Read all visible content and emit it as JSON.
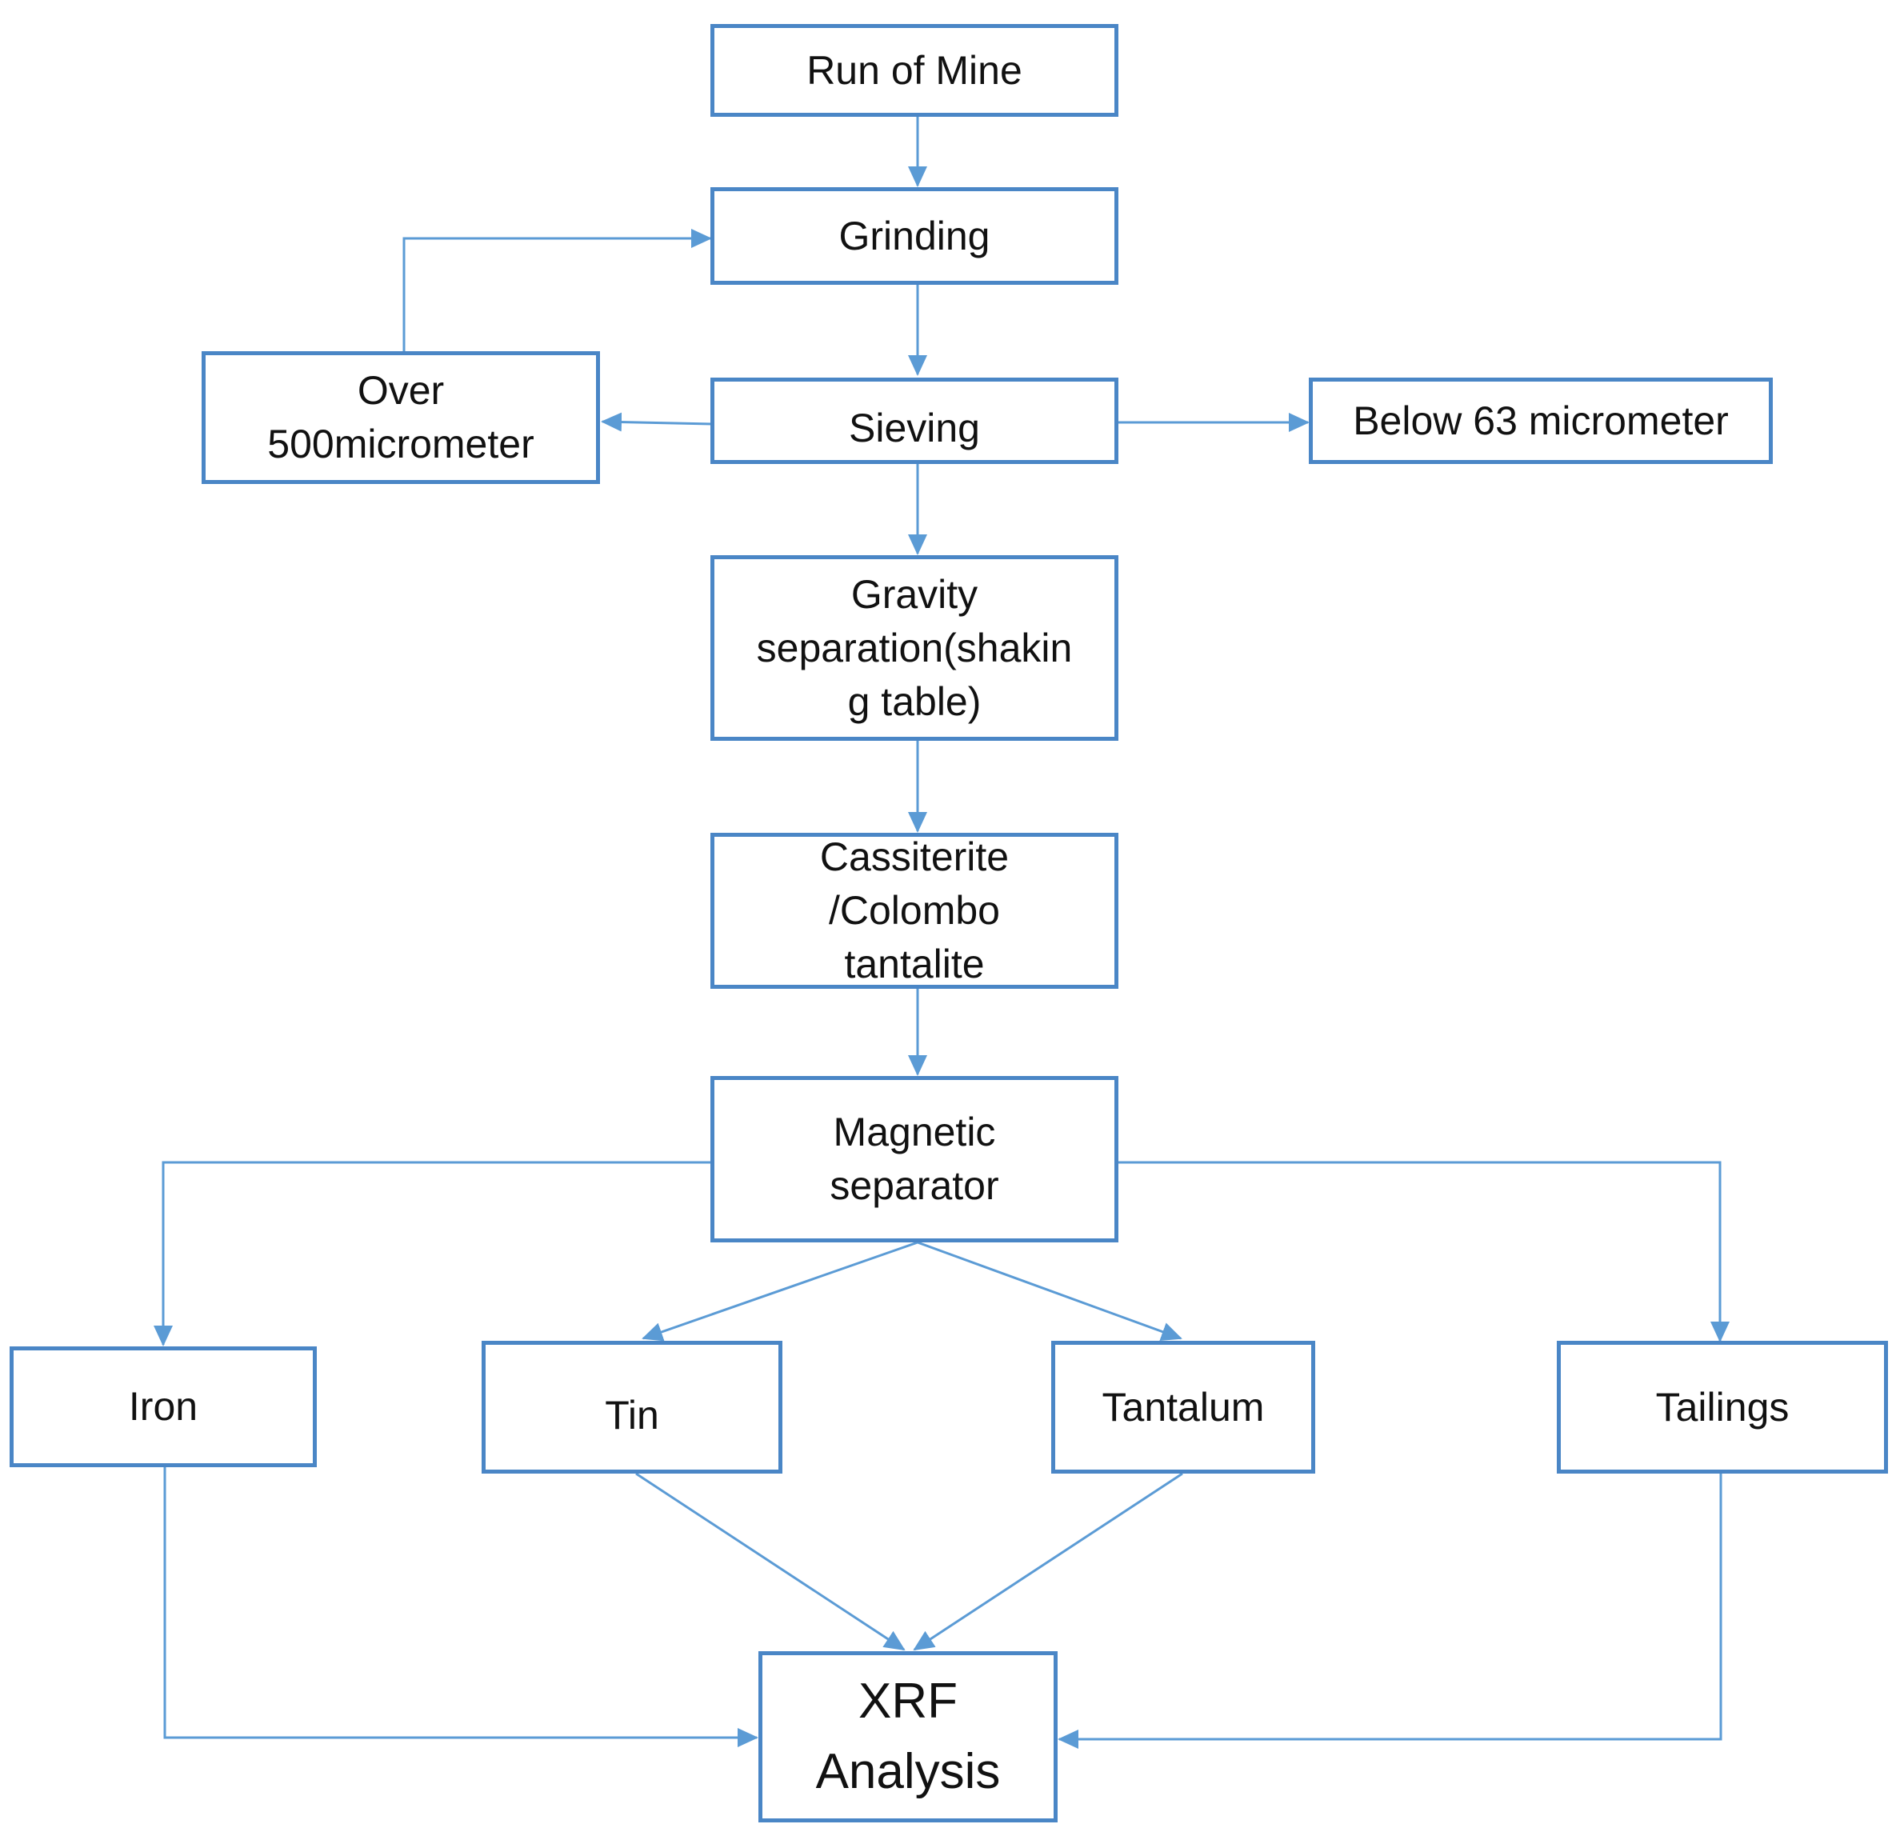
{
  "colors": {
    "border": "#4a86c6",
    "arrow": "#5b9bd5",
    "text": "#111111"
  },
  "nodes": {
    "run_of_mine": "Run of Mine",
    "grinding": "Grinding",
    "sieving": "Sieving",
    "over_500": "Over\n500micrometer",
    "below_63": "Below 63 micrometer",
    "gravity": "Gravity\nseparation(shakin\ng table)",
    "cassiterite": "Cassiterite\n/Colombo\ntantalite",
    "magnetic": "Magnetic\nseparator",
    "iron": "Iron",
    "tin": "Tin",
    "tantalum": "Tantalum",
    "tailings": "Tailings",
    "xrf": "XRF\nAnalysis"
  },
  "edges": [
    {
      "from": "run_of_mine",
      "to": "grinding"
    },
    {
      "from": "grinding",
      "to": "sieving"
    },
    {
      "from": "sieving",
      "to": "over_500"
    },
    {
      "from": "over_500",
      "to": "grinding"
    },
    {
      "from": "sieving",
      "to": "below_63"
    },
    {
      "from": "sieving",
      "to": "gravity"
    },
    {
      "from": "gravity",
      "to": "cassiterite"
    },
    {
      "from": "cassiterite",
      "to": "magnetic"
    },
    {
      "from": "magnetic",
      "to": "iron"
    },
    {
      "from": "magnetic",
      "to": "tin"
    },
    {
      "from": "magnetic",
      "to": "tantalum"
    },
    {
      "from": "magnetic",
      "to": "tailings"
    },
    {
      "from": "iron",
      "to": "xrf"
    },
    {
      "from": "tin",
      "to": "xrf"
    },
    {
      "from": "tantalum",
      "to": "xrf"
    },
    {
      "from": "tailings",
      "to": "xrf"
    }
  ]
}
